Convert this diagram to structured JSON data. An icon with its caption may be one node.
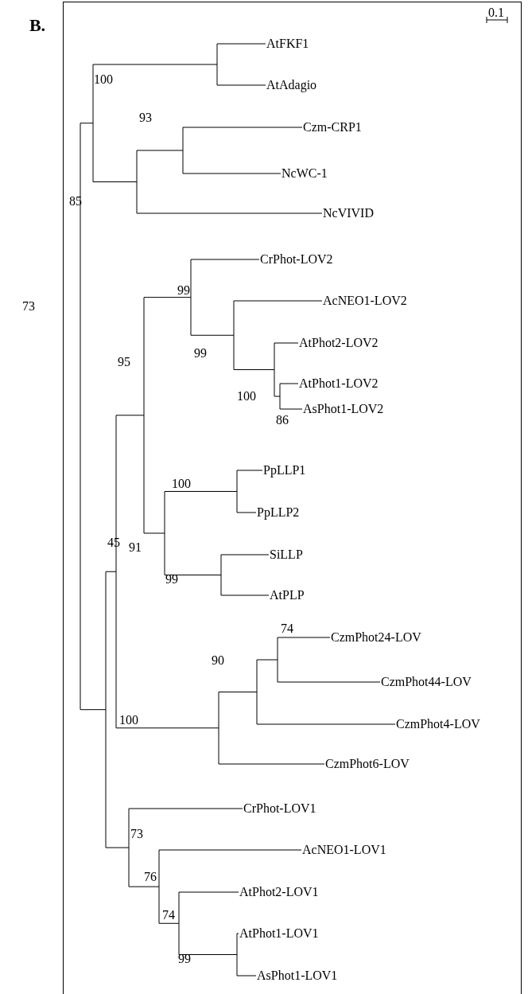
{
  "diagram": {
    "nodes": [
      {
        "text": [
          "AtFKF1"
        ]
      },
      {
        "text": [
          "AtAdagio"
        ]
      },
      {
        "text": [
          "Czm-CRP1"
        ]
      },
      {
        "text": [
          "NcWC-1"
        ]
      },
      {
        "text": [
          "NcVIVID"
        ]
      },
      {
        "text": [
          "CrPhot-LOV2"
        ]
      },
      {
        "text": [
          "AcNEO1-LOV2"
        ]
      },
      {
        "text": [
          "AtPhot2-LOV2"
        ]
      },
      {
        "text": [
          "AtPhot1-LOV2"
        ]
      },
      {
        "text": [
          "AsPhot1-LOV2"
        ]
      },
      {
        "text": [
          "PpLLP1"
        ]
      },
      {
        "text": [
          "PpLLP2"
        ]
      },
      {
        "text": [
          "SiLLP"
        ]
      },
      {
        "text": [
          "AtPLP"
        ]
      },
      {
        "text": [
          "CzmPhot24-LOV"
        ]
      },
      {
        "text": [
          "CzmPhot44-LOV"
        ]
      },
      {
        "text": [
          "CzmPhot4-LOV"
        ]
      },
      {
        "text": [
          "CzmPhot6-LOV"
        ]
      },
      {
        "text": [
          "CrPhot-LOV1"
        ]
      },
      {
        "text": [
          "AcNEO1-LOV1"
        ]
      },
      {
        "text": [
          "AtPhot2-LOV1"
        ]
      },
      {
        "text": [
          "AtPhot1-LOV1"
        ]
      },
      {
        "text": [
          "AsPhot1-LOV1"
        ]
      }
    ],
    "labels": [
      "B.",
      "0.1",
      "100",
      "93",
      "85",
      "99",
      "73",
      "99",
      "95",
      "100",
      "86",
      "100",
      "45",
      "91",
      "99",
      "74",
      "90",
      "100",
      "73",
      "76",
      "74",
      "99"
    ]
  }
}
